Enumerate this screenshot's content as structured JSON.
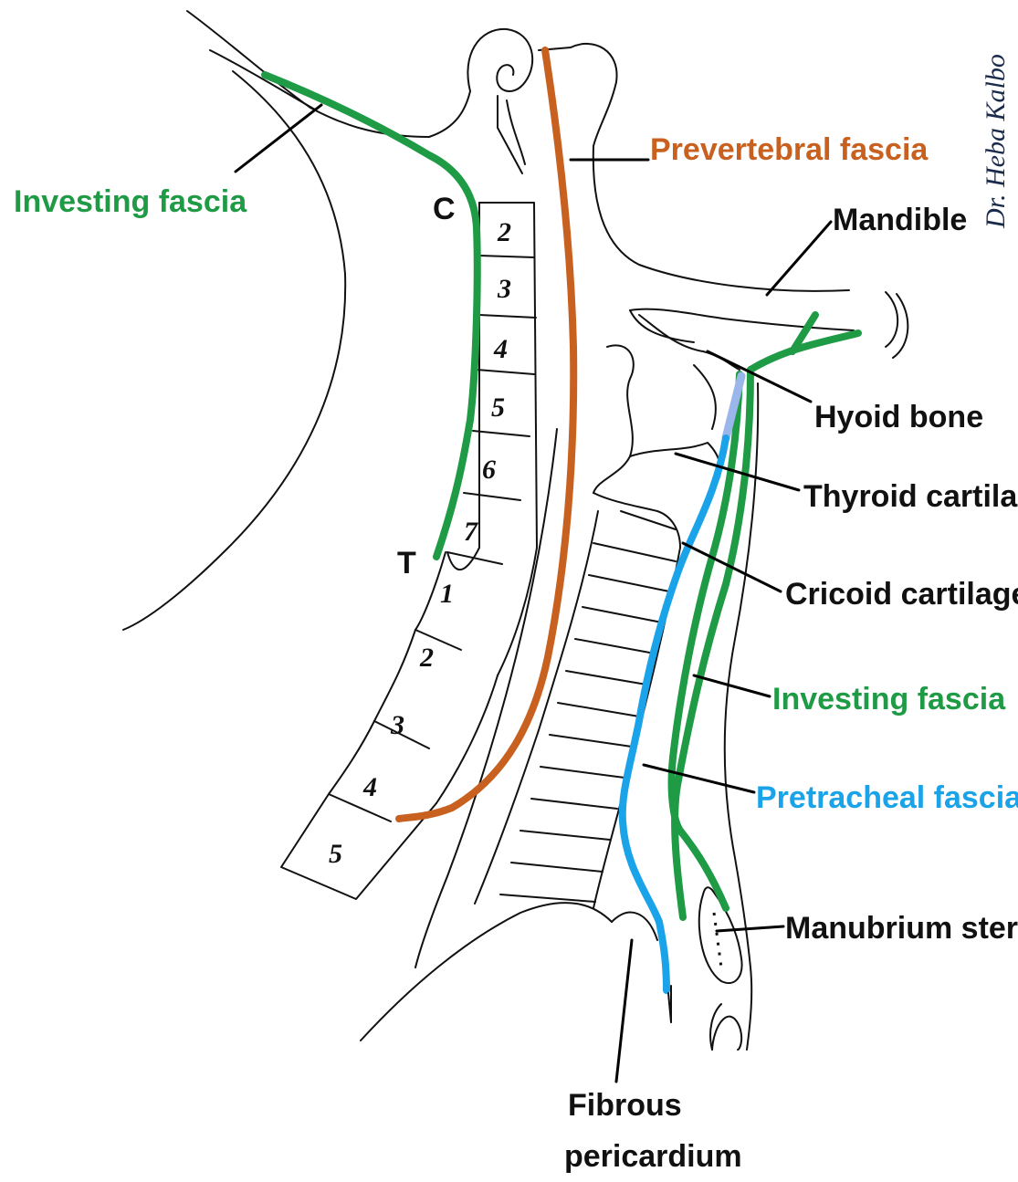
{
  "colors": {
    "investing": "#1f9a45",
    "prevertebral": "#c8611f",
    "pretracheal": "#1aa3e8",
    "pretracheal_upper": "#9ab6ea",
    "ink": "#111111"
  },
  "labels": {
    "investing_fascia_left": "Investing fascia",
    "prevertebral_fascia": "Prevertebral fascia",
    "mandible": "Mandible",
    "hyoid_bone": "Hyoid bone",
    "thyroid_cartilage": "Thyroid cartilage",
    "cricoid_cartilage": "Cricoid cartilage",
    "investing_fascia_right": "Investing fascia",
    "pretracheal_fascia": "Pretracheal fascia",
    "manubrium_sterni": "Manubrium sterni",
    "fibrous_pericardium_line1": "Fibrous",
    "fibrous_pericardium_line2": "pericardium"
  },
  "watermark": "Dr. Heba Kalbo",
  "spine": {
    "cervical_marker": "C",
    "thoracic_marker": "T",
    "cervical_numbers": [
      "2",
      "3",
      "4",
      "5",
      "6",
      "7"
    ],
    "thoracic_numbers": [
      "1",
      "2",
      "3",
      "4",
      "5"
    ]
  }
}
